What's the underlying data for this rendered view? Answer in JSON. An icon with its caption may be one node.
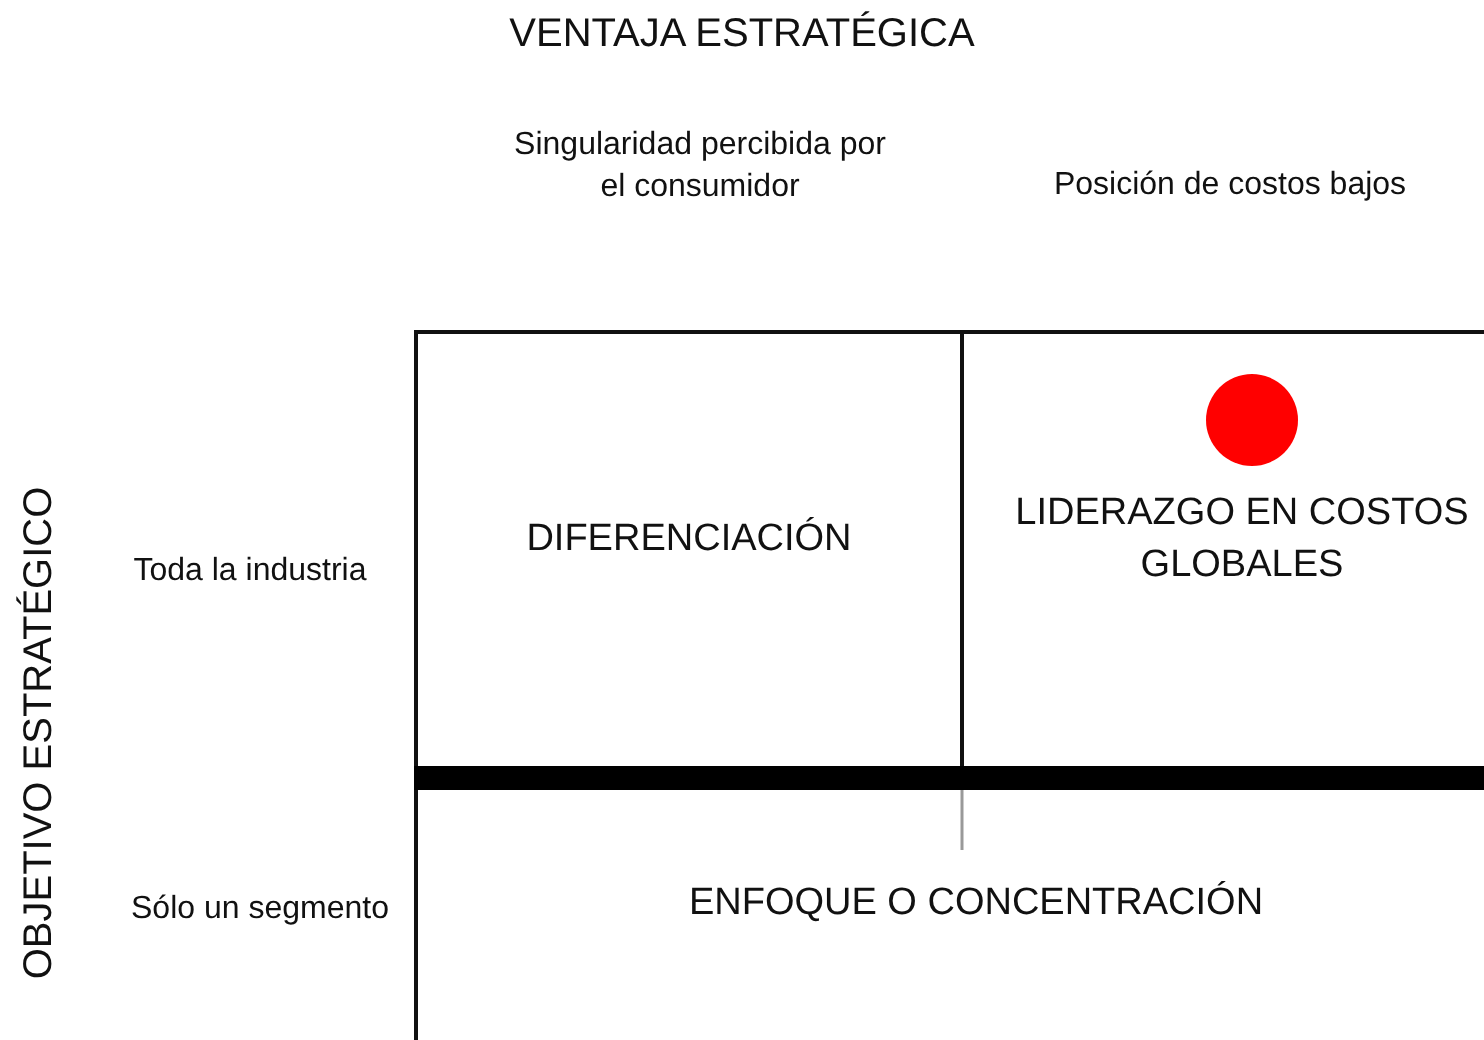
{
  "diagram": {
    "title": "VENTAJA ESTRATÉGICA",
    "nodes": [
      {
        "text": [
          "DIFERENCIACIÓN"
        ]
      },
      {
        "text": [
          "LIDERAZGO EN COSTOS GLOBALES"
        ]
      },
      {
        "text": [
          "ENFOQUE O CONCENTRACIÓN"
        ]
      },
      {
        "text": [],
        "shape": "circle",
        "in": 1
      }
    ],
    "edges": [],
    "labels": [
      "Singularidad percibida por el consumidor",
      "Posición de costos bajos",
      "OBJETIVO ESTRATÉGICO",
      "Toda la industria",
      "Sólo un segmento"
    ]
  }
}
